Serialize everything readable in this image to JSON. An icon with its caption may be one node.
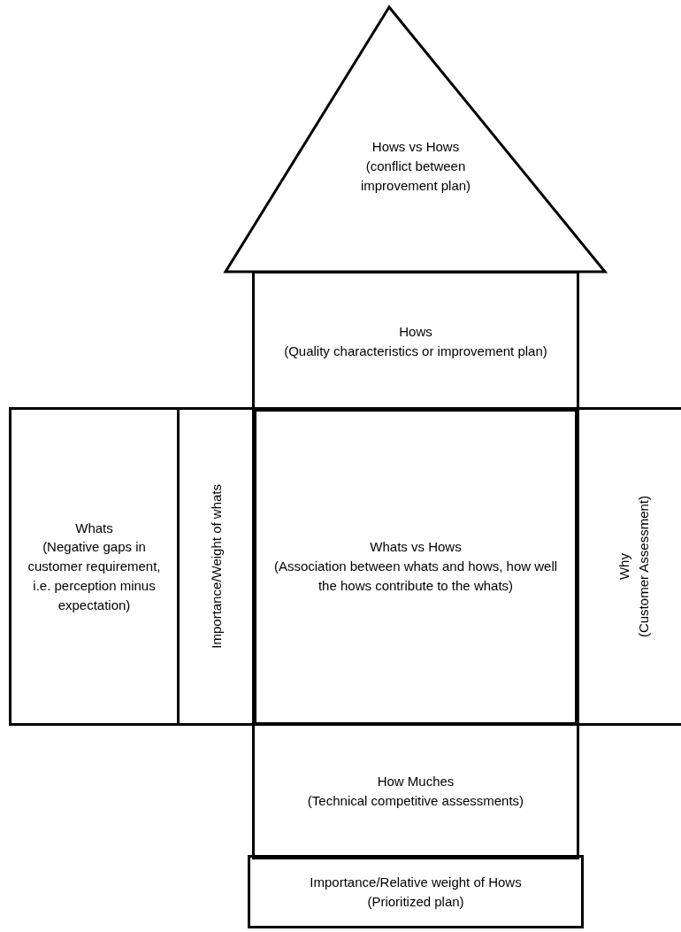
{
  "diagram": {
    "nodes": [
      {
        "text": [
          "Hows vs Hows",
          "(conflict between improvement plan)"
        ]
      },
      {
        "text": [
          "Hows",
          "(Quality characteristics or improvement plan)"
        ]
      },
      {
        "text": [
          "Whats",
          "(Negative gaps in customer requirement, i.e. perception minus expectation)"
        ]
      },
      {
        "text": [
          "Importance/Weight of whats"
        ]
      },
      {
        "text": [
          "Whats vs Hows",
          "(Association between whats and hows, how well the hows contribute to the whats)"
        ]
      },
      {
        "text": [
          "Why",
          "(Customer Assessment)"
        ]
      },
      {
        "text": [
          "How Muches",
          "(Technical competitive assessments)"
        ]
      },
      {
        "text": [
          "Importance/Relative weight of Hows (Prioritized plan)"
        ]
      }
    ]
  }
}
